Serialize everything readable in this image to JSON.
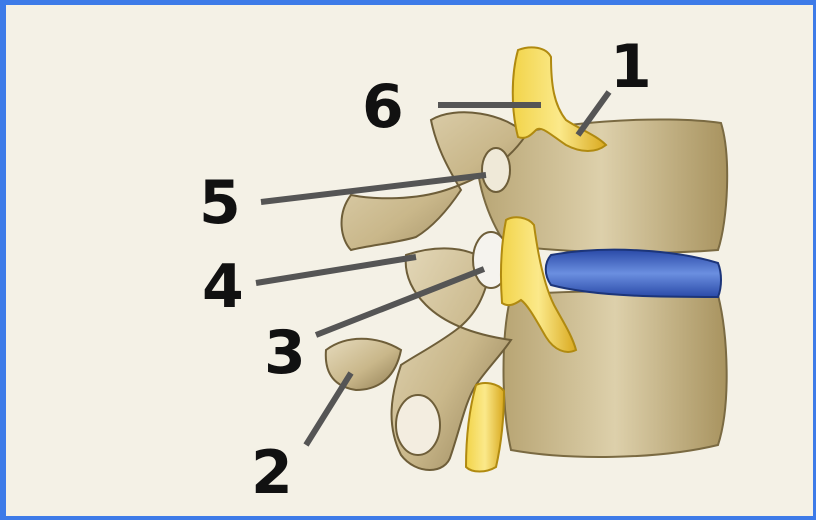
{
  "labels": {
    "l1": "1",
    "l2": "2",
    "l3": "3",
    "l4": "4",
    "l5": "5",
    "l6": "6"
  },
  "colors": {
    "border": "#3d7be8",
    "background": "#f4f1e6",
    "bone": "#c9b78a",
    "nerve": "#e8c53a",
    "disc": "#3f66c9",
    "leader": "#555555"
  }
}
